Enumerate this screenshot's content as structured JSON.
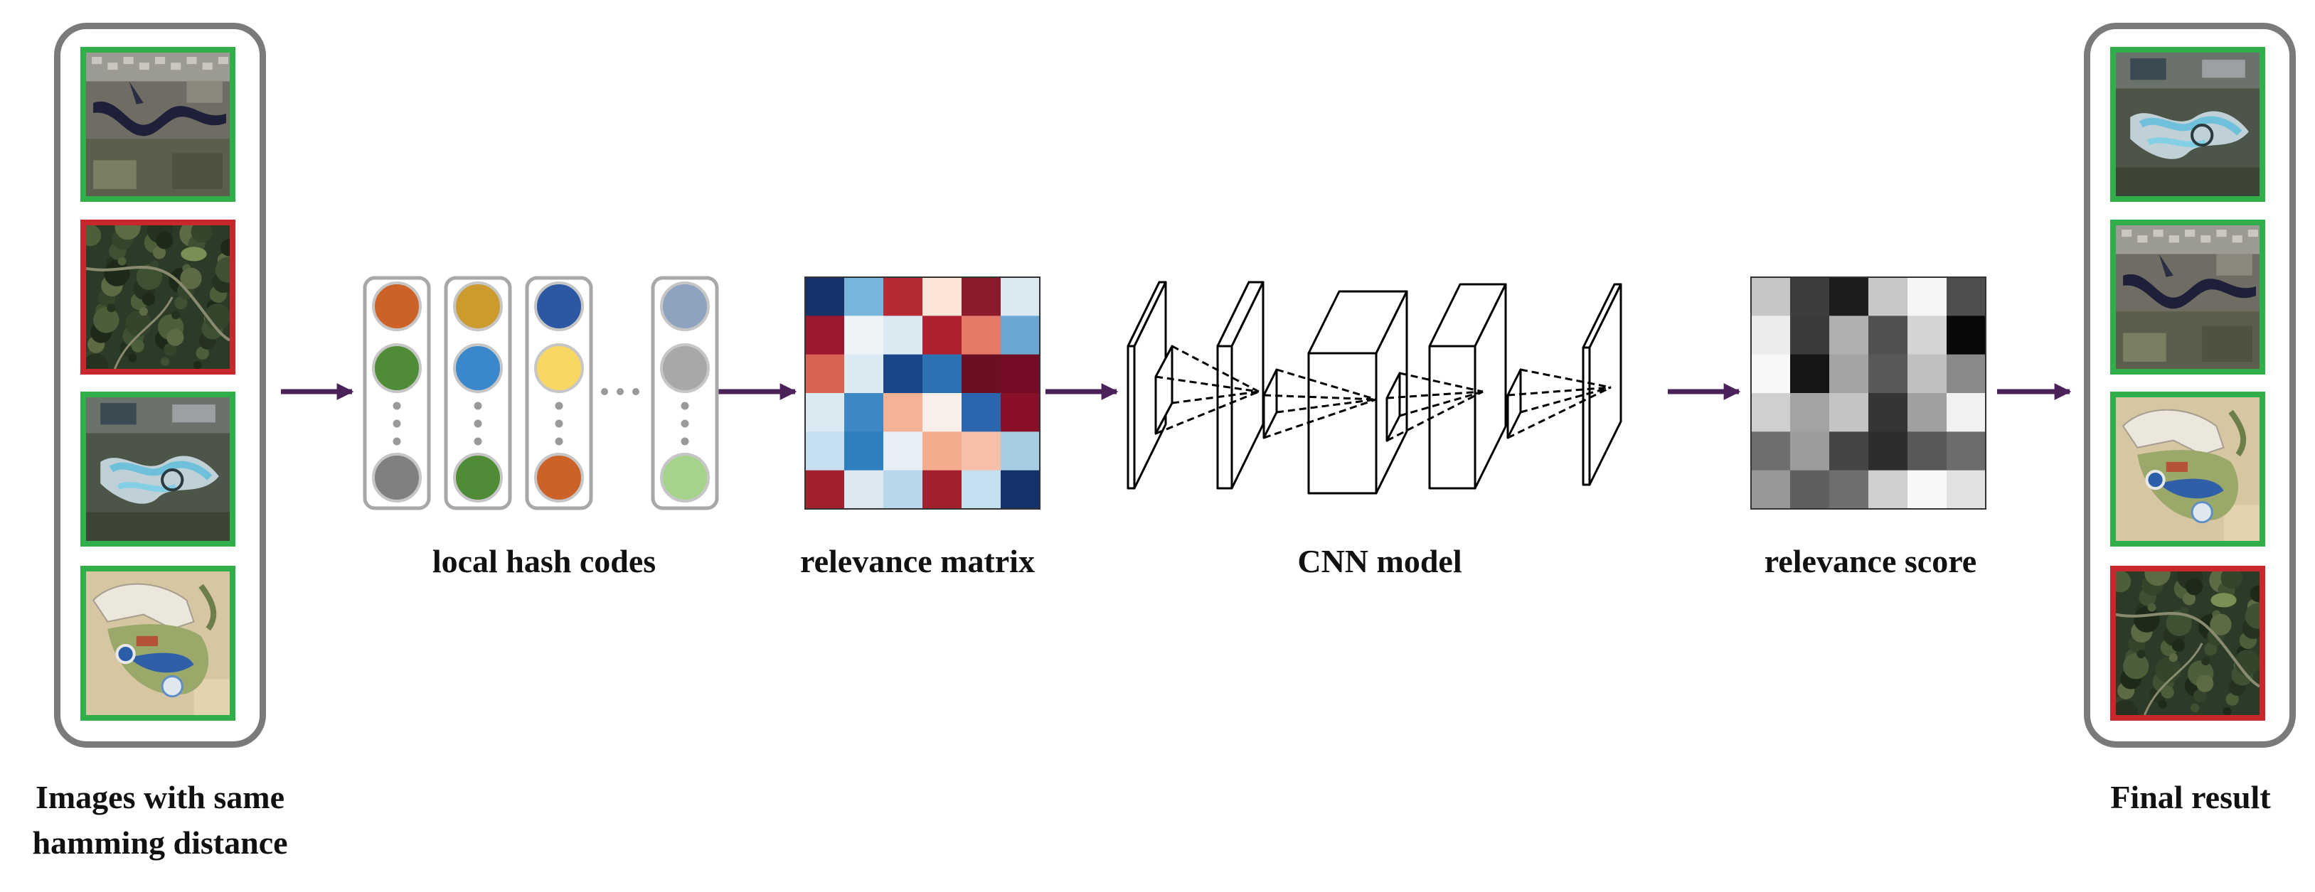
{
  "captions": {
    "left_line1": "Images with same",
    "left_line2": "hamming distance",
    "hash": "local hash codes",
    "matrix": "relevance matrix",
    "cnn": "CNN model",
    "score": "relevance score",
    "final": "Final result"
  },
  "colors": {
    "frame": "#7a7a7a",
    "relevant_border": "#2fae49",
    "irrelevant_border": "#c8282c",
    "arrow": "#4a2159"
  },
  "input_images": [
    {
      "scene": "river-town",
      "relevant": true
    },
    {
      "scene": "dense-forest",
      "relevant": false
    },
    {
      "scene": "water-park",
      "relevant": true
    },
    {
      "scene": "resort",
      "relevant": true
    }
  ],
  "final_images": [
    {
      "scene": "water-park",
      "relevant": true
    },
    {
      "scene": "river-town",
      "relevant": true
    },
    {
      "scene": "resort",
      "relevant": true
    },
    {
      "scene": "dense-forest",
      "relevant": false
    }
  ],
  "hash_columns": [
    [
      "#cd6229",
      "#4f8c37",
      "#808080"
    ],
    [
      "#cc9b2d",
      "#3a87cc",
      "#4f8c37"
    ],
    [
      "#2c58a3",
      "#f8d862",
      "#cd6229"
    ],
    [
      "#8ea3bf",
      "#a8a8a8",
      "#a6d38c"
    ]
  ],
  "relevance_matrix": [
    [
      "#15336a",
      "#7ab6dc",
      "#b52a33",
      "#fbe4d8",
      "#8a1a2c",
      "#dbe9f3"
    ],
    [
      "#9a1830",
      "#eef3f8",
      "#dbe9f3",
      "#b02030",
      "#e57a68",
      "#6aa8d3"
    ],
    [
      "#d86355",
      "#dbe9f3",
      "#1a4688",
      "#2b73b2",
      "#6d0f22",
      "#730c24"
    ],
    [
      "#dbe9f3",
      "#3b88c2",
      "#f6b295",
      "#f8efea",
      "#2a66ae",
      "#8a0f29"
    ],
    [
      "#c6dfee",
      "#2f7fbe",
      "#e6eff6",
      "#f5ac8e",
      "#f6c0a8",
      "#a5cde4"
    ],
    [
      "#a3202e",
      "#dde9f2",
      "#b8d7ea",
      "#a2212f",
      "#c4e0ef",
      "#15336a"
    ]
  ],
  "relevance_score": [
    [
      "#c6c6c6",
      "#3d3d3d",
      "#1c1c1c",
      "#c8c8c8",
      "#f6f6f6",
      "#4e4e4e"
    ],
    [
      "#ececec",
      "#3a3a3a",
      "#b0b0b0",
      "#505050",
      "#d4d4d4",
      "#080808"
    ],
    [
      "#f8f8f8",
      "#161616",
      "#a4a4a4",
      "#595959",
      "#c0c0c0",
      "#8a8a8a"
    ],
    [
      "#cfcfcf",
      "#a3a3a3",
      "#c4c4c4",
      "#353535",
      "#a0a0a0",
      "#f1f1f1"
    ],
    [
      "#6e6e6e",
      "#9c9c9c",
      "#454545",
      "#2d2d2d",
      "#585858",
      "#6c6c6c"
    ],
    [
      "#979797",
      "#5f5f5f",
      "#6f6f6f",
      "#cfcfcf",
      "#f8f8f8",
      "#e2e2e2"
    ]
  ]
}
